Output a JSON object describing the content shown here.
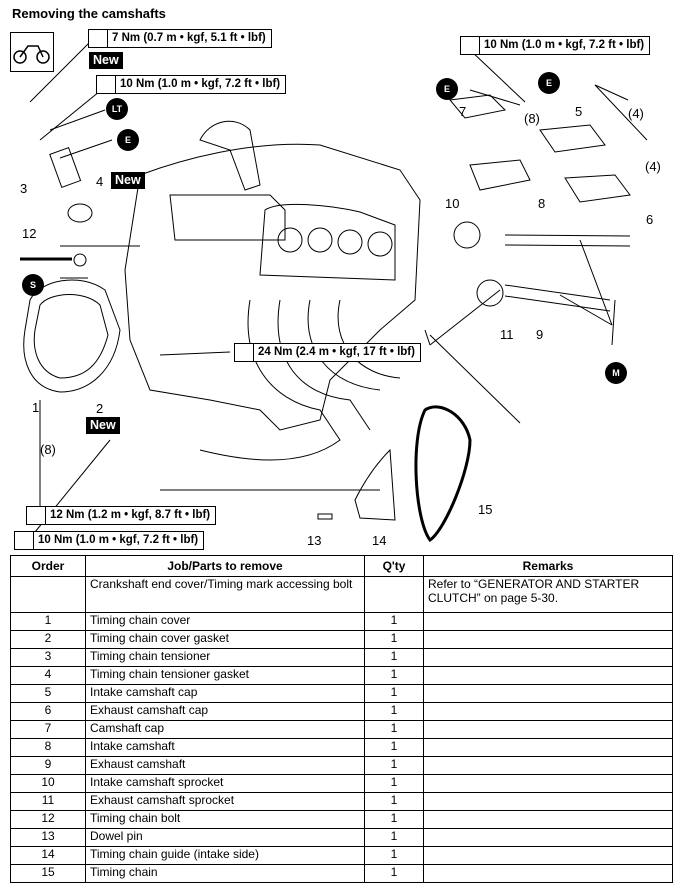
{
  "title": "Removing the camshafts",
  "torque_specs": [
    "7 Nm (0.7 m • kgf, 5.1 ft • lbf)",
    "10 Nm (1.0 m • kgf, 7.2 ft • lbf)",
    "10 Nm (1.0 m • kgf, 7.2 ft • lbf)",
    "24 Nm (2.4 m • kgf, 17 ft • lbf)",
    "12 Nm (1.2 m • kgf, 8.7 ft • lbf)",
    "10 Nm (1.0 m • kgf, 7.2 ft • lbf)"
  ],
  "new_tag": "New",
  "badges": [
    "LT",
    "E",
    "E",
    "E",
    "S",
    "M"
  ],
  "callouts": [
    "1",
    "2",
    "3",
    "4",
    "5",
    "6",
    "7",
    "8",
    "9",
    "10",
    "11",
    "12",
    "13",
    "14",
    "15",
    "(8)",
    "(8)",
    "(4)",
    "(4)"
  ],
  "table": {
    "headers": [
      "Order",
      "Job/Parts to remove",
      "Q'ty",
      "Remarks"
    ],
    "rows": [
      [
        "",
        "Crankshaft end cover/Timing mark accessing bolt",
        "",
        "Refer to “GENERATOR AND STARTER CLUTCH” on page 5-30."
      ],
      [
        "1",
        "Timing chain cover",
        "1",
        ""
      ],
      [
        "2",
        "Timing chain cover gasket",
        "1",
        ""
      ],
      [
        "3",
        "Timing chain tensioner",
        "1",
        ""
      ],
      [
        "4",
        "Timing chain tensioner gasket",
        "1",
        ""
      ],
      [
        "5",
        "Intake camshaft cap",
        "1",
        ""
      ],
      [
        "6",
        "Exhaust camshaft cap",
        "1",
        ""
      ],
      [
        "7",
        "Camshaft cap",
        "1",
        ""
      ],
      [
        "8",
        "Intake camshaft",
        "1",
        ""
      ],
      [
        "9",
        "Exhaust camshaft",
        "1",
        ""
      ],
      [
        "10",
        "Intake camshaft sprocket",
        "1",
        ""
      ],
      [
        "11",
        "Exhaust camshaft sprocket",
        "1",
        ""
      ],
      [
        "12",
        "Timing chain bolt",
        "1",
        ""
      ],
      [
        "13",
        "Dowel pin",
        "1",
        ""
      ],
      [
        "14",
        "Timing chain guide (intake side)",
        "1",
        ""
      ],
      [
        "15",
        "Timing chain",
        "1",
        ""
      ]
    ]
  }
}
